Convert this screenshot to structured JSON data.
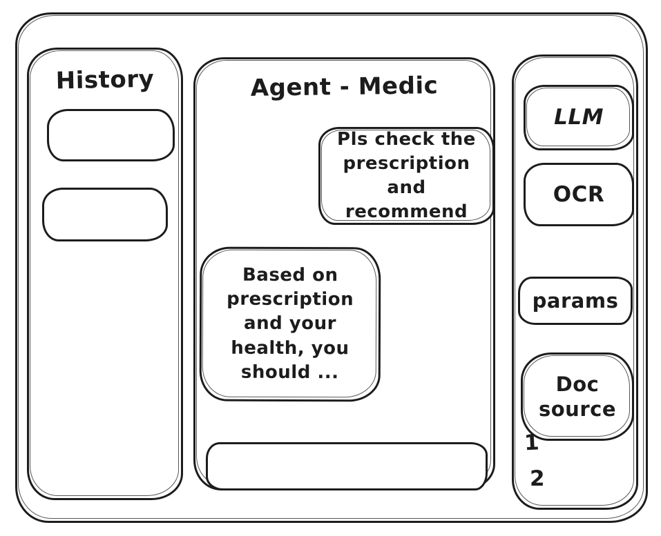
{
  "app": {
    "type": "hand-drawn wireframe",
    "colors": {
      "ink": "#1c1c1c",
      "background": "#ffffff"
    }
  },
  "history_panel": {
    "title": "History",
    "items": [
      {
        "label": ""
      },
      {
        "label": ""
      }
    ]
  },
  "chat_panel": {
    "title": "Agent - Medic",
    "messages": [
      {
        "role": "user",
        "text": "Pls check the prescription and recommend"
      },
      {
        "role": "assistant",
        "text": "Based on prescription and your health, you should ..."
      }
    ],
    "input": {
      "value": "",
      "placeholder": ""
    }
  },
  "tools_panel": {
    "buttons": [
      {
        "label": "LLM"
      },
      {
        "label": "OCR"
      },
      {
        "label": "params"
      },
      {
        "label": "Doc source"
      }
    ],
    "doc_list": [
      {
        "label": "1"
      },
      {
        "label": "2"
      }
    ]
  }
}
